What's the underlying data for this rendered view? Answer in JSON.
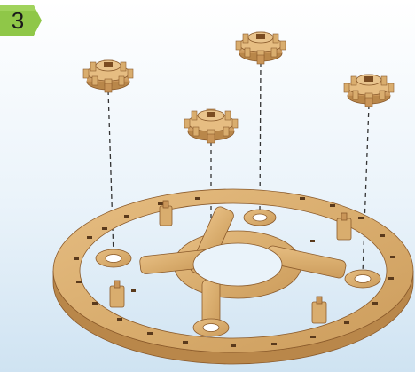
{
  "step": {
    "number": "3"
  },
  "colors": {
    "badge_fill": "#8fc748",
    "wood": "#d9ad6e",
    "wood_edge": "#b9874a",
    "wood_dark": "#8a5a2b",
    "guide_line": "#333333"
  },
  "parts": {
    "ring_plate": {
      "name": "base-ring-plate"
    },
    "gear_count": 4,
    "post_count": 4
  }
}
